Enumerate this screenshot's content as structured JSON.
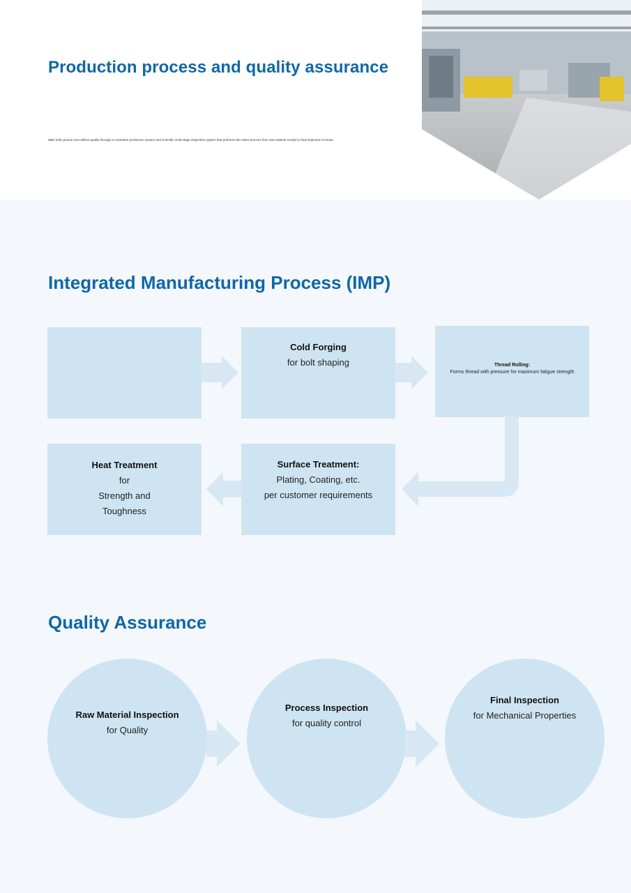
{
  "header": {
    "title": "Production process and quality assurance",
    "intro": "MBK bolts pursue zero-defect quality through a consistent production system and scientific multi-stage inspection system that performs the entire process from raw material receipt to final shipment in-house."
  },
  "hero_image": {
    "subject": "factory-floor-photo"
  },
  "imp": {
    "title": "Integrated Manufacturing Process (IMP)",
    "steps": [
      {
        "title": "",
        "text": ""
      },
      {
        "title": "Cold Forging",
        "text": "for bolt shaping"
      },
      {
        "title": "Thread Rolling:",
        "text": "Forms thread with pressure for maximum fatigue strength"
      },
      {
        "title": "Surface Treatment:",
        "text": "Plating, Coating, etc.",
        "text2": "per customer requirements"
      },
      {
        "title": "Heat Treatment",
        "text": "for",
        "text2": "Strength and",
        "text3": "Toughness"
      }
    ]
  },
  "qa": {
    "title": "Quality Assurance",
    "steps": [
      {
        "title": "Raw Material Inspection",
        "text": "for Quality"
      },
      {
        "title": "Process Inspection",
        "text": "for quality control"
      },
      {
        "title": "Final Inspection",
        "text": "for Mechanical Properties"
      }
    ]
  },
  "colors": {
    "accent": "#0f67a7",
    "box": "#cfe4f2",
    "background": "#f4f8fc"
  }
}
